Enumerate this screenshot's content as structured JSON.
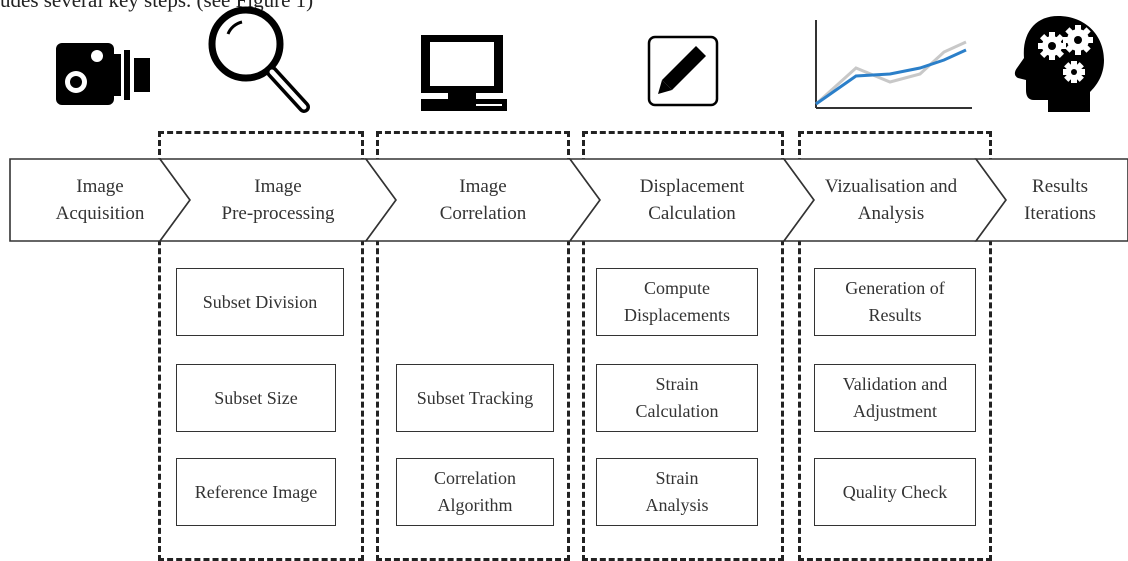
{
  "caption": "udes several key steps. (see Figure 1)",
  "stages": [
    {
      "label": "Image\nAcquisition",
      "icon": "camera-icon"
    },
    {
      "label": "Image\nPre-processing",
      "icon": "magnifier-icon"
    },
    {
      "label": "Image\nCorrelation",
      "icon": "monitor-icon"
    },
    {
      "label": "Displacement\nCalculation",
      "icon": "pencil-icon"
    },
    {
      "label": "Vizualisation and\nAnalysis",
      "icon": "line-chart-icon"
    },
    {
      "label": "Results\nIterations",
      "icon": "head-gears-icon"
    }
  ],
  "substeps": {
    "preprocessing": [
      "Subset Division",
      "Subset Size",
      "Reference Image"
    ],
    "correlation": [
      "Subset Tracking",
      "Correlation\nAlgorithm"
    ],
    "displacement": [
      "Compute\nDisplacements",
      "Strain\nCalculation",
      "Strain\nAnalysis"
    ],
    "visualisation": [
      "Generation of\nResults",
      "Validation and\nAdjustment",
      "Quality Check"
    ]
  },
  "colors": {
    "line": "#333333",
    "chart_blue": "#2b7fc9",
    "chart_grey": "#c8c8c8"
  }
}
